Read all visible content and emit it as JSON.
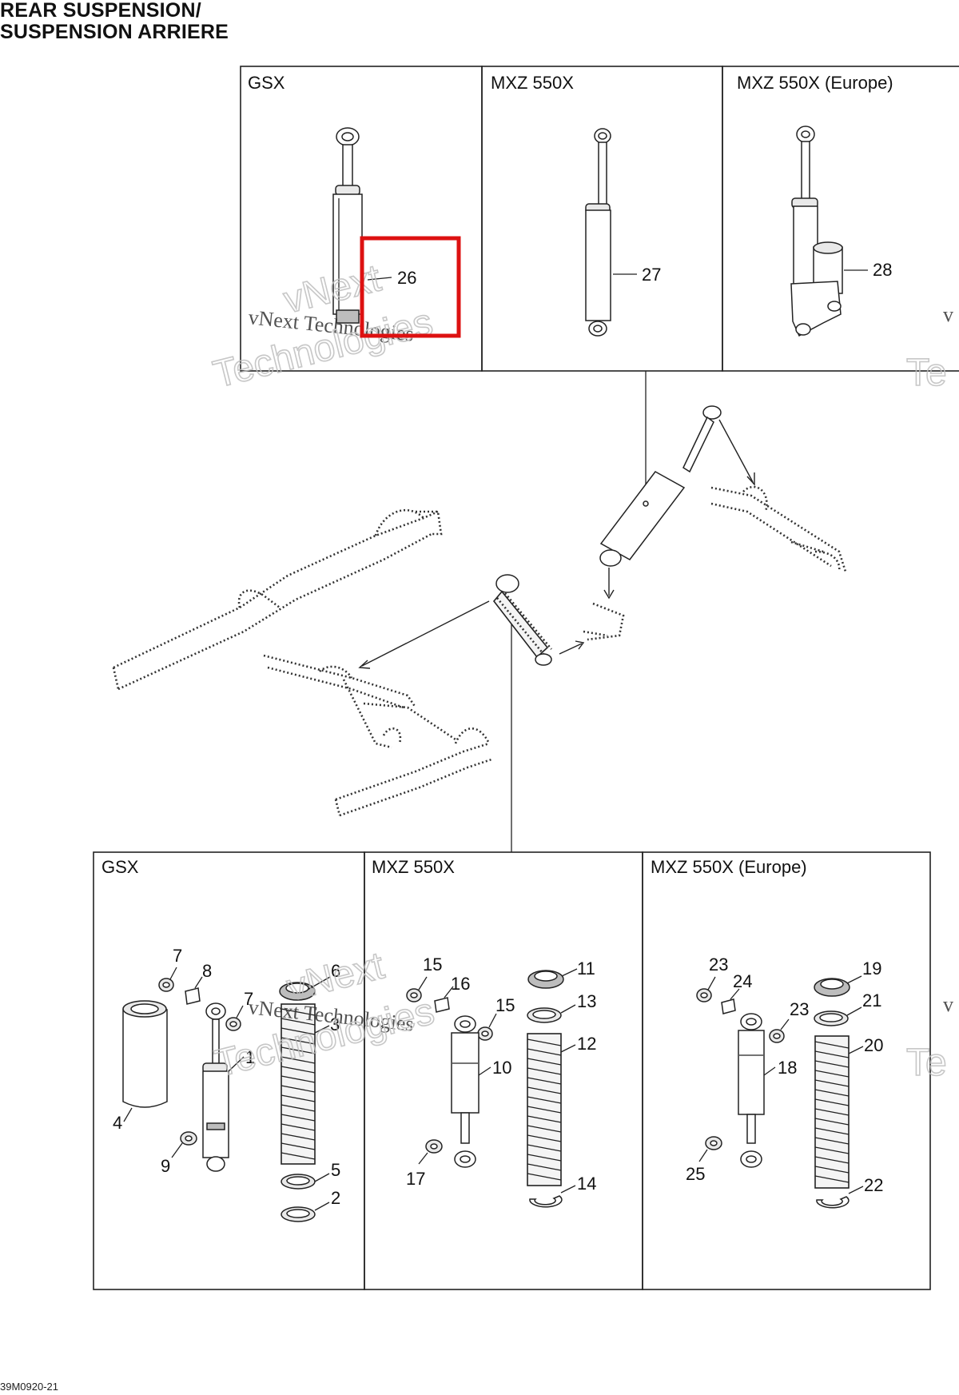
{
  "title": {
    "line1": "REAR SUSPENSION/",
    "line2": "SUSPENSION ARRIERE"
  },
  "top_panels": [
    {
      "label": "GSX",
      "part": "26"
    },
    {
      "label": "MXZ 550X",
      "part": "27"
    },
    {
      "label": "MXZ 550X (Europe)",
      "part": "28"
    }
  ],
  "bottom_panels": [
    {
      "label": "GSX"
    },
    {
      "label": "MXZ 550X"
    },
    {
      "label": "MXZ 550X (Europe)"
    }
  ],
  "callouts": {
    "c1": "1",
    "c2": "2",
    "c3": "3",
    "c4": "4",
    "c5": "5",
    "c6": "6",
    "c7a": "7",
    "c7b": "7",
    "c8": "8",
    "c9": "9",
    "c10": "10",
    "c11": "11",
    "c12": "12",
    "c13": "13",
    "c14": "14",
    "c15a": "15",
    "c15b": "15",
    "c16": "16",
    "c17": "17",
    "c18": "18",
    "c19": "19",
    "c20": "20",
    "c21": "21",
    "c22": "22",
    "c23a": "23",
    "c23b": "23",
    "c24": "24",
    "c25": "25"
  },
  "watermark": {
    "brand": "vNext Technologies",
    "word1": "vNext",
    "word2": "Technologies",
    "edge_v": "v",
    "edge_te": "Te"
  },
  "highlight": {
    "target_part": "26",
    "color": "#dd1111"
  },
  "footer": {
    "code": "39M0920-21"
  }
}
